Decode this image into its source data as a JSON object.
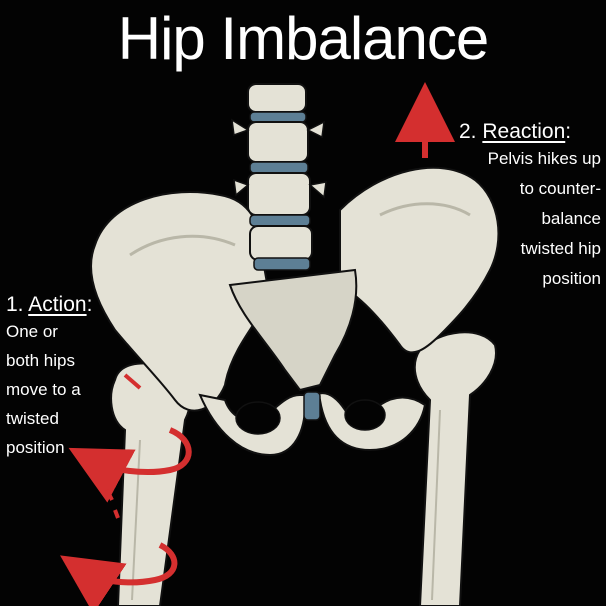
{
  "title": "Hip Imbalance",
  "reaction": {
    "number": "2.",
    "heading": "Reaction",
    "colon": ":",
    "lines": [
      "Pelvis hikes up",
      "to counter-",
      "balance",
      "twisted hip",
      "position"
    ]
  },
  "action": {
    "number": "1.",
    "heading": "Action",
    "colon": ":",
    "lines": [
      "One or",
      "both hips",
      "move to a",
      "twisted",
      "position"
    ]
  },
  "colors": {
    "background": "#030303",
    "bone": "#e4e2d6",
    "bone_shadow": "#b9b7a8",
    "disc": "#5d7f95",
    "arrow": "#d42f2f",
    "text": "#ffffff"
  }
}
